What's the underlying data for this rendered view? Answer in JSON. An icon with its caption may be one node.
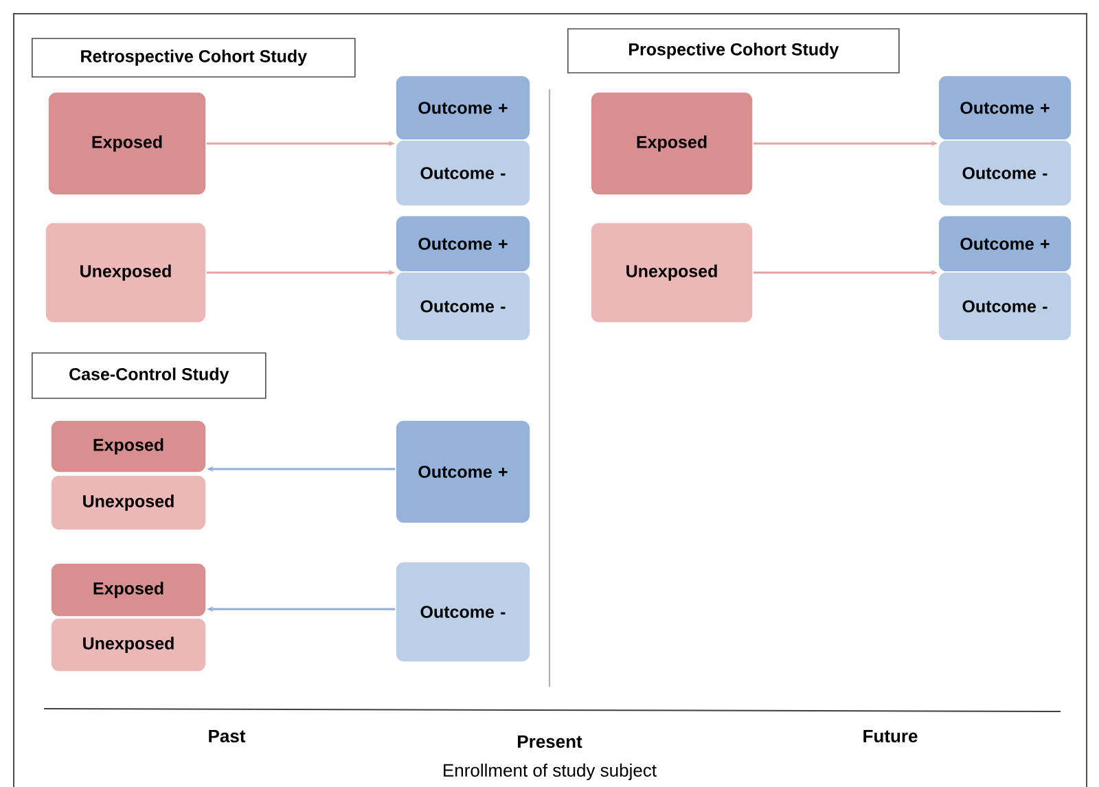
{
  "diagram": {
    "nodes": [
      {
        "text": [
          "Retrospective Cohort Study"
        ]
      },
      {
        "text": [
          "Exposed"
        ]
      },
      {
        "text": [
          "Outcome +"
        ]
      },
      {
        "text": [
          "Outcome -"
        ]
      },
      {
        "text": [
          "Unexposed"
        ]
      },
      {
        "text": [
          "Outcome +"
        ]
      },
      {
        "text": [
          "Outcome -"
        ]
      },
      {
        "text": [
          "Case-Control Study"
        ]
      },
      {
        "text": [
          "Exposed"
        ]
      },
      {
        "text": [
          "Unexposed"
        ]
      },
      {
        "text": [
          "Outcome +"
        ]
      },
      {
        "text": [
          "Exposed"
        ]
      },
      {
        "text": [
          "Unexposed"
        ]
      },
      {
        "text": [
          "Outcome -"
        ]
      },
      {
        "text": [
          "Prospective Cohort Study"
        ]
      },
      {
        "text": [
          "Exposed"
        ]
      },
      {
        "text": [
          "Outcome +"
        ]
      },
      {
        "text": [
          "Outcome -"
        ]
      },
      {
        "text": [
          "Unexposed"
        ]
      },
      {
        "text": [
          "Outcome +"
        ]
      },
      {
        "text": [
          "Outcome -"
        ]
      }
    ],
    "edges": [
      {
        "from": 1,
        "to": 2,
        "arrow": "to",
        "color": "#e6a3a3"
      },
      {
        "from": 4,
        "to": 5,
        "arrow": "to",
        "color": "#e6a3a3"
      },
      {
        "from": 10,
        "to": 8,
        "arrow": "to",
        "color": "#8fb0d8"
      },
      {
        "from": 13,
        "to": 11,
        "arrow": "to",
        "color": "#8fb0d8"
      },
      {
        "from": 15,
        "to": 16,
        "arrow": "to",
        "color": "#e6a3a3"
      },
      {
        "from": 18,
        "to": 19,
        "arrow": "to",
        "color": "#e6a3a3"
      }
    ],
    "labels": [
      "Past",
      "Present",
      "Future",
      "Enrollment of study subject"
    ]
  }
}
